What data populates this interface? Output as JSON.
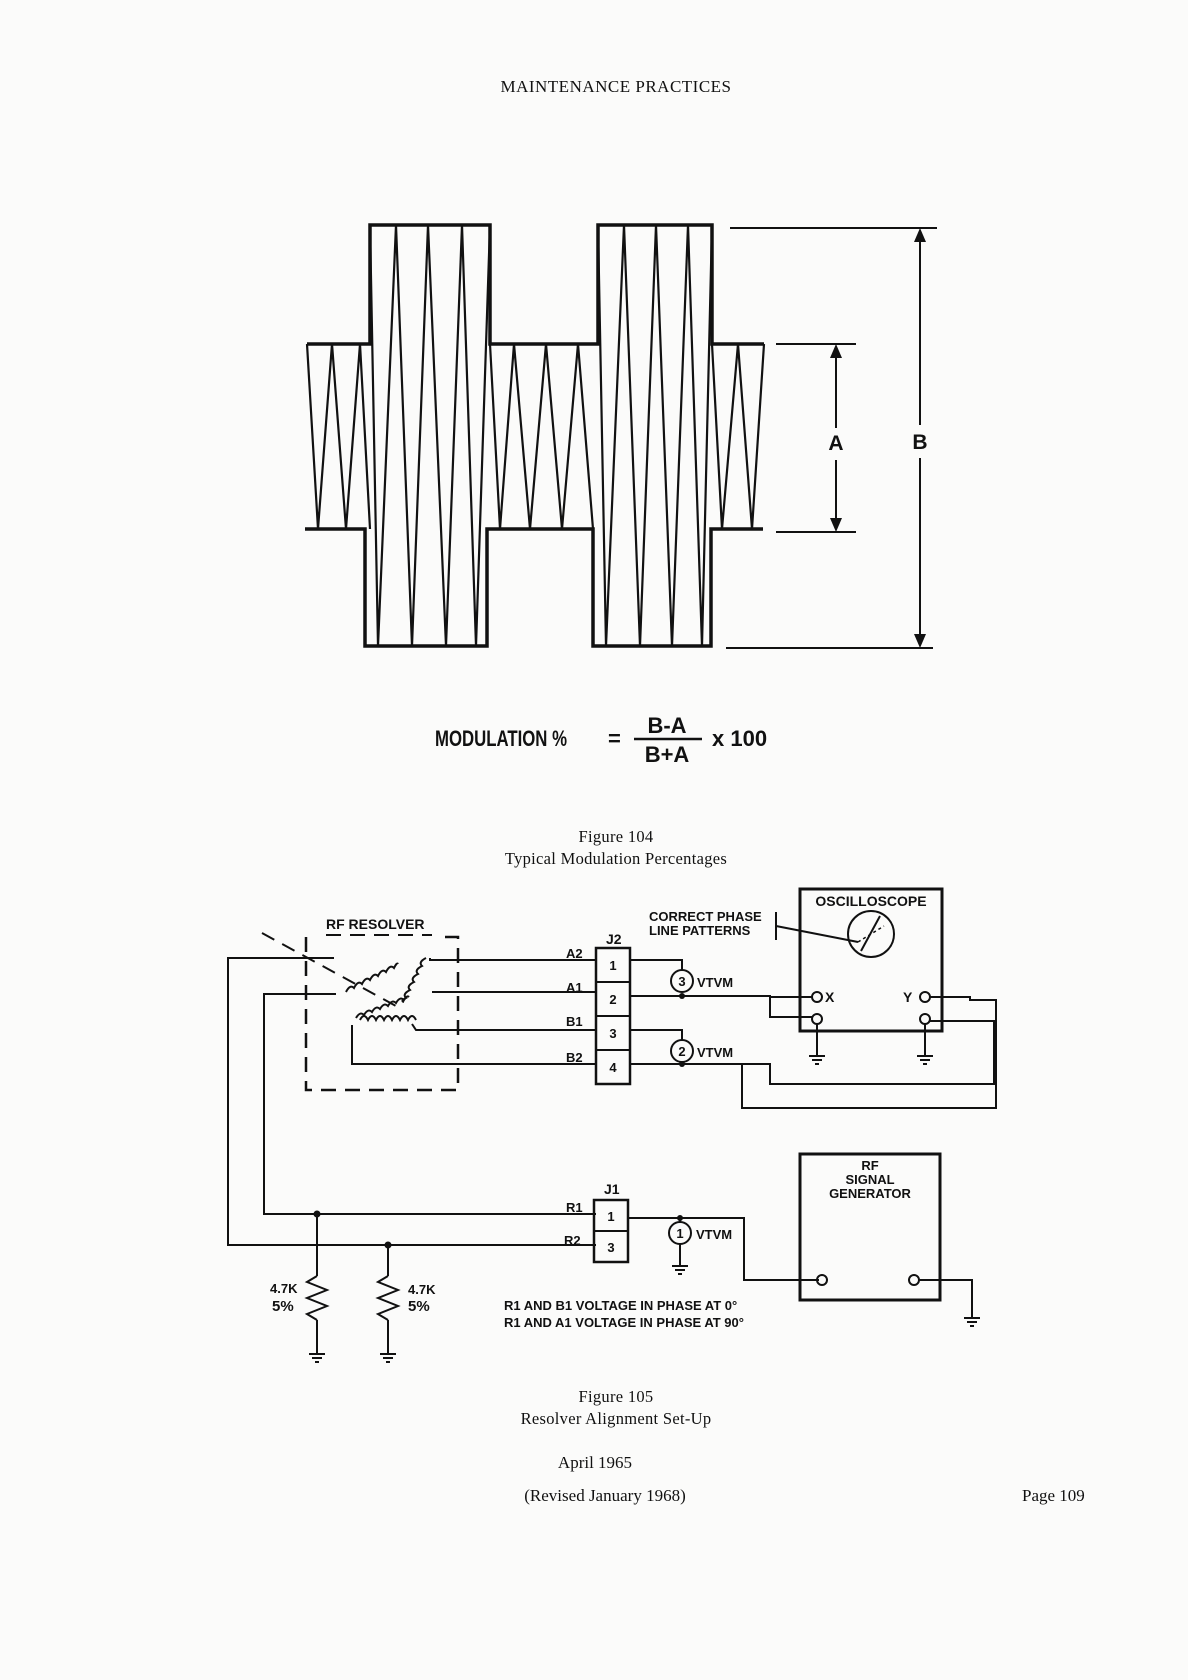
{
  "header": {
    "title": "MAINTENANCE PRACTICES"
  },
  "figure_104": {
    "label_a": "A",
    "label_b": "B",
    "formula": {
      "lhs": "MODULATION %",
      "equals": "=",
      "numerator": "B-A",
      "denominator": "B+A",
      "multiplier": "x 100"
    },
    "caption_number": "Figure 104",
    "caption_title": "Typical Modulation Percentages"
  },
  "figure_105": {
    "rf_resolver": "RF RESOLVER",
    "oscilloscope": "OSCILLOSCOPE",
    "correct_phase_line1": "CORRECT PHASE",
    "correct_phase_line2": "LINE PATTERNS",
    "j2": "J2",
    "j1": "J1",
    "j2_pins": [
      {
        "name": "A2",
        "num": "1"
      },
      {
        "name": "A1",
        "num": "2"
      },
      {
        "name": "B1",
        "num": "3"
      },
      {
        "name": "B2",
        "num": "4"
      }
    ],
    "j1_pins": [
      {
        "name": "R1",
        "num": "1"
      },
      {
        "name": "R2",
        "num": "3"
      }
    ],
    "vtvm_3": {
      "num": "3",
      "label": "VTVM"
    },
    "vtvm_2": {
      "num": "2",
      "label": "VTVM"
    },
    "vtvm_1": {
      "num": "1",
      "label": "VTVM"
    },
    "scope_x": "X",
    "scope_y": "Y",
    "rf_signal_generator": [
      "RF",
      "SIGNAL",
      "GENERATOR"
    ],
    "resistor_1": {
      "value": "4.7K",
      "tolerance": "5%"
    },
    "resistor_2": {
      "value": "4.7K",
      "tolerance": "5%"
    },
    "note_line1": "R1 AND B1 VOLTAGE IN PHASE AT 0°",
    "note_line2": "R1 AND A1 VOLTAGE IN PHASE AT 90°",
    "caption_number": "Figure 105",
    "caption_title": "Resolver Alignment Set-Up"
  },
  "footer": {
    "date": "April 1965",
    "revised": "(Revised January 1968)",
    "page": "Page 109"
  }
}
